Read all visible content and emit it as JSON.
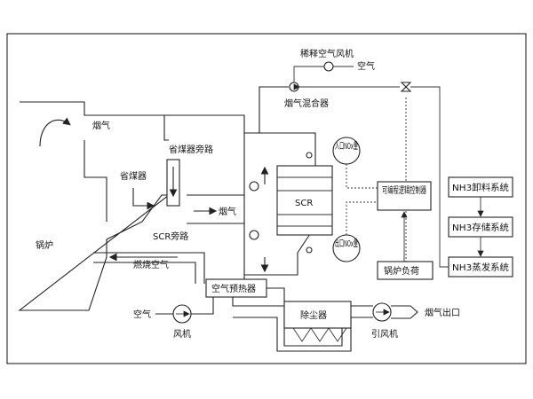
{
  "labels": {
    "dilution_fan": "稀释空气风机",
    "air_top": "空气",
    "flue_mixer": "烟气混合器",
    "flue_gas_top": "烟气",
    "economizer_bypass": "省煤器旁路",
    "economizer": "省煤器",
    "flue_gas_mid": "烟气",
    "scr": "SCR",
    "scr_bypass": "SCR旁路",
    "inlet_nox": "入口NOx量",
    "outlet_nox": "出口NOx量",
    "plc": "可编程逻辑控制器",
    "boiler_load": "锅炉负荷",
    "boiler": "锅炉",
    "combustion_air": "燃烧空气",
    "air_preheater": "空气预热器",
    "dust_collector": "除尘器",
    "air_bottom": "空气",
    "fan": "风机",
    "induced_fan": "引风机",
    "flue_outlet": "烟气出口",
    "nh3_unload": "NH3卸料系统",
    "nh3_storage": "NH3存储系统",
    "nh3_evap": "NH3蒸发系统"
  }
}
